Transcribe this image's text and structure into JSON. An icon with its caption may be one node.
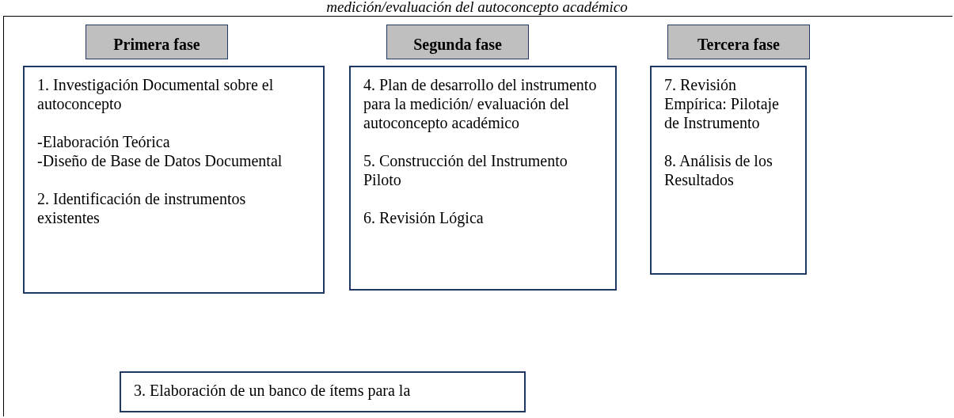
{
  "diagram": {
    "title": "medición/evaluación del autoconcepto académico",
    "nodes": [
      {
        "text": [],
        "shape": "box"
      },
      {
        "text": [
          "Primera fase"
        ],
        "in": 0
      },
      {
        "text": [
          "Segunda fase"
        ],
        "in": 0
      },
      {
        "text": [
          "Tercera fase"
        ],
        "in": 0
      },
      {
        "text": [
          "1. Investigación Documental sobre el autoconcepto",
          "-Elaboración Teórica",
          "-Diseño de Base de Datos Documental",
          "2. Identificación de instrumentos existentes"
        ],
        "in": 0
      },
      {
        "text": [
          "4. Plan de desarrollo del instrumento para la medición/ evaluación del autoconcepto académico",
          "5. Construcción del Instrumento Piloto",
          "6. Revisión Lógica"
        ],
        "in": 0
      },
      {
        "text": [
          "7. Revisión Empírica: Pilotaje de Instrumento",
          "8. Análisis de los Resultados"
        ],
        "in": 0
      },
      {
        "text": [
          "3. Elaboración de un banco de ítems para  la"
        ],
        "in": 0
      }
    ],
    "edges": []
  }
}
